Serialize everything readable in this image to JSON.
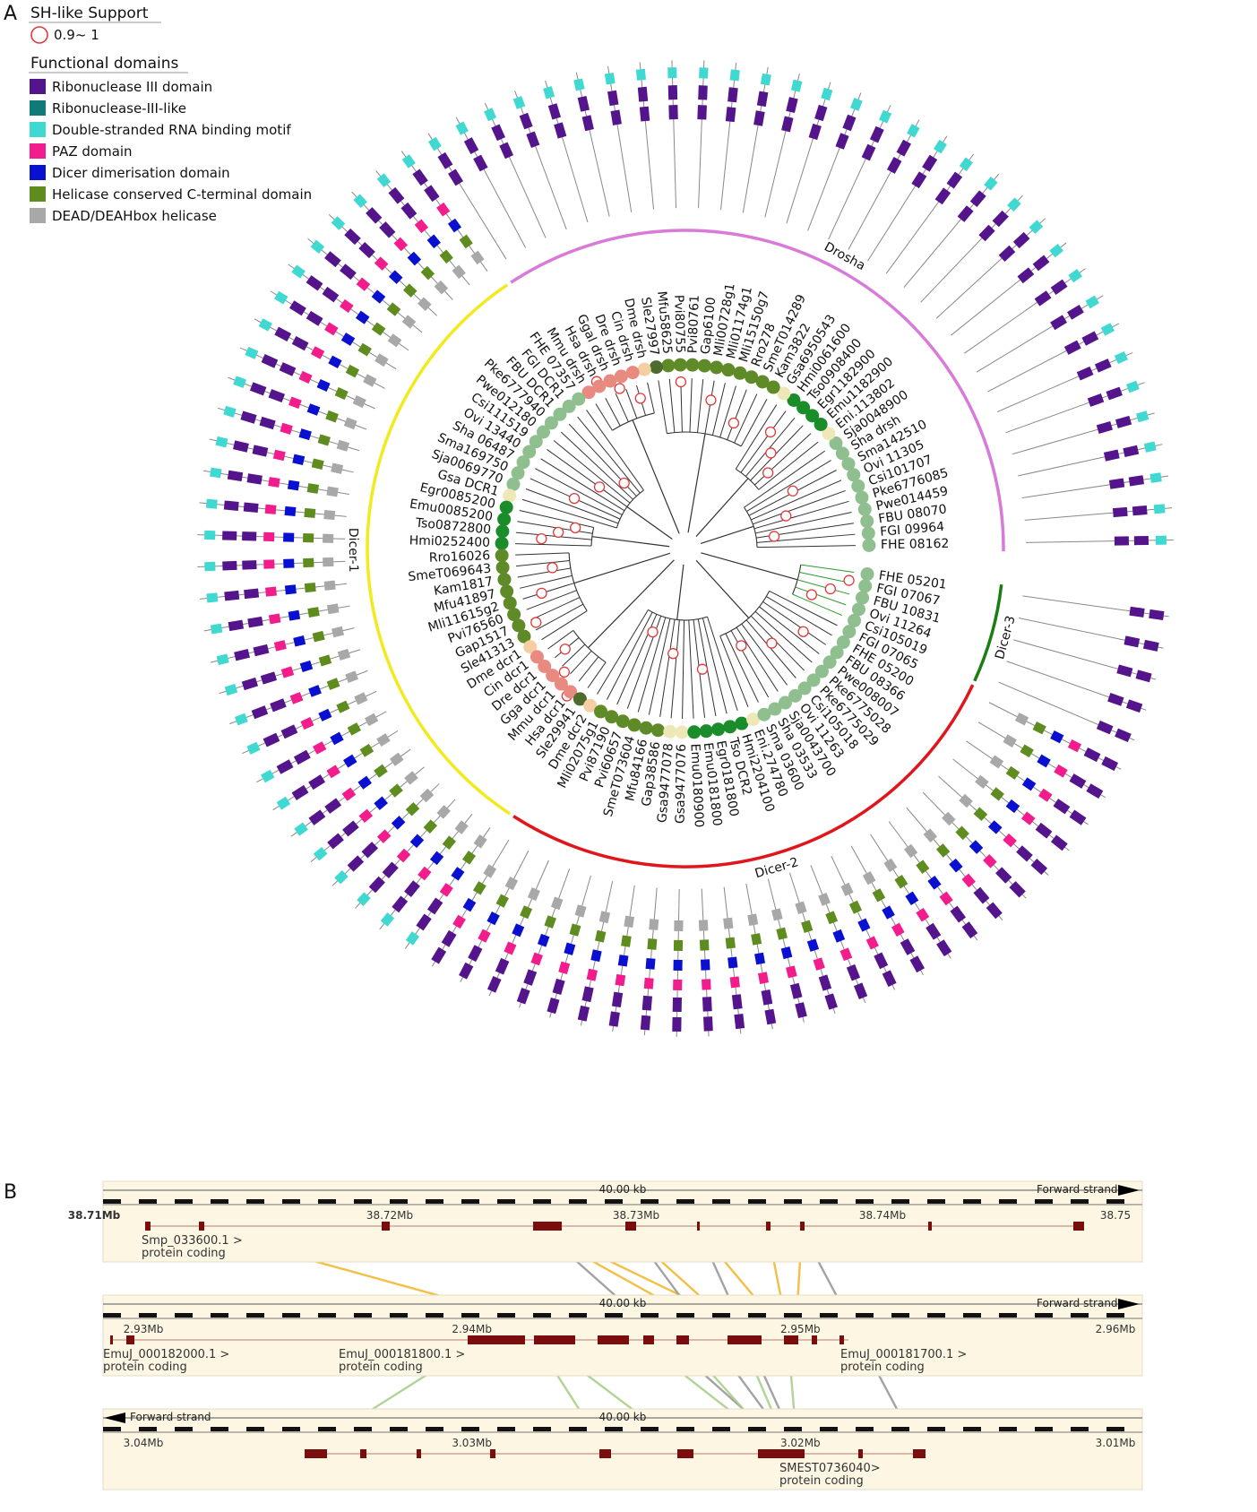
{
  "panel_labels": {
    "a": "A",
    "b": "B"
  },
  "legend": {
    "support_title": "SH-like Support",
    "support_item": "0.9~ 1",
    "domains_title": "Functional domains",
    "domains": [
      {
        "key": "rnase3",
        "label": "Ribonuclease III domain",
        "color": "#54148c"
      },
      {
        "key": "rnase3like",
        "label": "Ribonuclease-III-like",
        "color": "#0e7b78"
      },
      {
        "key": "dsrbm",
        "label": "Double-stranded RNA binding motif",
        "color": "#3fd9d2"
      },
      {
        "key": "paz",
        "label": "PAZ domain",
        "color": "#f21c8c"
      },
      {
        "key": "dimer",
        "label": "Dicer dimerisation domain",
        "color": "#0a10cf"
      },
      {
        "key": "helic",
        "label": "Helicase conserved C-terminal domain",
        "color": "#5f8c1e"
      },
      {
        "key": "dead",
        "label": "DEAD/DEAHbox helicase",
        "color": "#a8a8a8"
      }
    ]
  },
  "clades": [
    {
      "name": "Drosha",
      "color": "#d77ad8"
    },
    {
      "name": "Dicer-3",
      "color": "#1b7d14"
    },
    {
      "name": "Dicer-2",
      "color": "#e0161c"
    },
    {
      "name": "Dicer-1",
      "color": "#f2ea1f"
    }
  ],
  "tree": {
    "node_colors": {
      "dkgreen": "#1b8c2a",
      "olive": "#5f8a28",
      "sage": "#8fbf8e",
      "salmon": "#e88a80",
      "peach": "#f5cfa3",
      "cream": "#eee8b8",
      "darkolive": "#4c6b2c"
    },
    "leaves": [
      {
        "label": "FHE 08162",
        "node": "sage"
      },
      {
        "label": "FGI 09964",
        "node": "sage"
      },
      {
        "label": "FBU 08070",
        "node": "sage"
      },
      {
        "label": "Pwe014459",
        "node": "sage"
      },
      {
        "label": "Pke6776085",
        "node": "sage"
      },
      {
        "label": "Csi101707",
        "node": "sage"
      },
      {
        "label": "Ovi 11305",
        "node": "sage"
      },
      {
        "label": "Sma142510",
        "node": "sage"
      },
      {
        "label": "Sha drsh",
        "node": "sage"
      },
      {
        "label": "Sja0048900",
        "node": "sage"
      },
      {
        "label": "Eni.113802",
        "node": "cream"
      },
      {
        "label": "Emu1182900",
        "node": "dkgreen"
      },
      {
        "label": "Egr1182900",
        "node": "dkgreen"
      },
      {
        "label": "Tso0908400",
        "node": "dkgreen"
      },
      {
        "label": "Hmi0061600",
        "node": "dkgreen"
      },
      {
        "label": "Gsa6950543",
        "node": "cream"
      },
      {
        "label": "Kam3822",
        "node": "olive"
      },
      {
        "label": "SmeT014289",
        "node": "olive"
      },
      {
        "label": "Rro278",
        "node": "olive"
      },
      {
        "label": "Mli15150g7",
        "node": "olive"
      },
      {
        "label": "Mli01174g1",
        "node": "olive"
      },
      {
        "label": "Mli00728g1",
        "node": "olive"
      },
      {
        "label": "Gap6100",
        "node": "olive"
      },
      {
        "label": "Pvi80761",
        "node": "olive"
      },
      {
        "label": "Pvi80755",
        "node": "olive"
      },
      {
        "label": "Mfu58625",
        "node": "olive"
      },
      {
        "label": "Sle27997",
        "node": "darkolive"
      },
      {
        "label": "Dme drsh",
        "node": "peach"
      },
      {
        "label": "Cin drsh",
        "node": "salmon"
      },
      {
        "label": "Dre drsh",
        "node": "salmon"
      },
      {
        "label": "Ggal drsh",
        "node": "salmon"
      },
      {
        "label": "Hsa drsh",
        "node": "salmon"
      },
      {
        "label": "Mmu drsh",
        "node": "salmon"
      },
      {
        "label": "FHE 07357",
        "node": "sage"
      },
      {
        "label": "FGI DCR1",
        "node": "sage"
      },
      {
        "label": "FBU DCR1",
        "node": "sage"
      },
      {
        "label": "Pke6777940",
        "node": "sage"
      },
      {
        "label": "Pwe012180",
        "node": "sage"
      },
      {
        "label": "Csi111519",
        "node": "sage"
      },
      {
        "label": "Ovi 13440",
        "node": "sage"
      },
      {
        "label": "Sha 06487",
        "node": "sage"
      },
      {
        "label": "Sma169750",
        "node": "sage"
      },
      {
        "label": "Sja0069770",
        "node": "sage"
      },
      {
        "label": "Gsa DCR1",
        "node": "cream"
      },
      {
        "label": "Egr0085200",
        "node": "dkgreen"
      },
      {
        "label": "Emu0085200",
        "node": "dkgreen"
      },
      {
        "label": "Tso0872800",
        "node": "dkgreen"
      },
      {
        "label": "Hmi0252400",
        "node": "dkgreen"
      },
      {
        "label": "Rro16026",
        "node": "olive"
      },
      {
        "label": "SmeT069643",
        "node": "olive"
      },
      {
        "label": "Kam1817",
        "node": "olive"
      },
      {
        "label": "Mfu41897",
        "node": "olive"
      },
      {
        "label": "Mli11615g2",
        "node": "olive"
      },
      {
        "label": "Pvi76560",
        "node": "olive"
      },
      {
        "label": "Gap1517",
        "node": "olive"
      },
      {
        "label": "Sle41313",
        "node": "olive"
      },
      {
        "label": "Dme dcr1",
        "node": "peach"
      },
      {
        "label": "Cin dcr1",
        "node": "salmon"
      },
      {
        "label": "Dre dcr1",
        "node": "salmon"
      },
      {
        "label": "Gga dcr1",
        "node": "salmon"
      },
      {
        "label": "Mmu dcr1",
        "node": "salmon"
      },
      {
        "label": "Hsa dcr1",
        "node": "salmon"
      },
      {
        "label": "Sle29941",
        "node": "darkolive"
      },
      {
        "label": "Dme dcr2",
        "node": "peach"
      },
      {
        "label": "Mli02075g1",
        "node": "olive"
      },
      {
        "label": "Pvi87190",
        "node": "olive"
      },
      {
        "label": "Pvi60657",
        "node": "olive"
      },
      {
        "label": "SmeT073604",
        "node": "olive"
      },
      {
        "label": "Mfu84166",
        "node": "olive"
      },
      {
        "label": "Gap38586",
        "node": "olive"
      },
      {
        "label": "Gsa9477078",
        "node": "cream"
      },
      {
        "label": "Gsa9477076",
        "node": "cream"
      },
      {
        "label": "Emu0180900",
        "node": "dkgreen"
      },
      {
        "label": "Emu0181800",
        "node": "dkgreen"
      },
      {
        "label": "Egr0181800",
        "node": "dkgreen"
      },
      {
        "label": "Tso DCR2",
        "node": "dkgreen"
      },
      {
        "label": "Hmi2204100",
        "node": "dkgreen"
      },
      {
        "label": "Eni.274780",
        "node": "cream"
      },
      {
        "label": "Sma 03600",
        "node": "sage"
      },
      {
        "label": "Sha 03533",
        "node": "sage"
      },
      {
        "label": "Sja0043700",
        "node": "sage"
      },
      {
        "label": "Ovi 11263",
        "node": "sage"
      },
      {
        "label": "Csi105018",
        "node": "sage"
      },
      {
        "label": "Pke6775029",
        "node": "sage"
      },
      {
        "label": "Pke6775028",
        "node": "sage"
      },
      {
        "label": "Pwe008007",
        "node": "sage"
      },
      {
        "label": "FBU 08366",
        "node": "sage"
      },
      {
        "label": "FHE 05200",
        "node": "sage"
      },
      {
        "label": "FGI 07065",
        "node": "sage"
      },
      {
        "label": "Csi105019",
        "node": "sage"
      },
      {
        "label": "Ovi 11264",
        "node": "sage"
      },
      {
        "label": "FBU 10831",
        "node": "sage"
      },
      {
        "label": "FGI 07067",
        "node": "sage"
      },
      {
        "label": "FHE 05201",
        "node": "sage"
      }
    ]
  },
  "tracks": [
    {
      "scale": "40.00 kb",
      "strand": "Forward strand",
      "strand_dir": "right",
      "ticks": [
        "38.71Mb",
        "38.72Mb",
        "38.73Mb",
        "38.74Mb",
        "38.75"
      ],
      "genes": [
        {
          "name": "Smp_033600.1 >",
          "type": "protein coding"
        }
      ]
    },
    {
      "scale": "40.00 kb",
      "strand": "Forward strand",
      "strand_dir": "right",
      "ticks": [
        "2.93Mb",
        "2.94Mb",
        "2.95Mb",
        "2.96Mb"
      ],
      "genes": [
        {
          "name": "EmuJ_000182000.1 >",
          "type": "protein coding"
        },
        {
          "name": "EmuJ_000181800.1 >",
          "type": "protein coding"
        },
        {
          "name": "EmuJ_000181700.1 >",
          "type": "protein coding"
        }
      ]
    },
    {
      "scale": "40.00 kb",
      "strand": "Forward strand",
      "strand_dir": "left",
      "ticks": [
        "3.04Mb",
        "3.03Mb",
        "3.02Mb",
        "3.01Mb"
      ],
      "genes": [
        {
          "name": "SMEST0736040>",
          "type": "protein coding"
        }
      ]
    }
  ]
}
